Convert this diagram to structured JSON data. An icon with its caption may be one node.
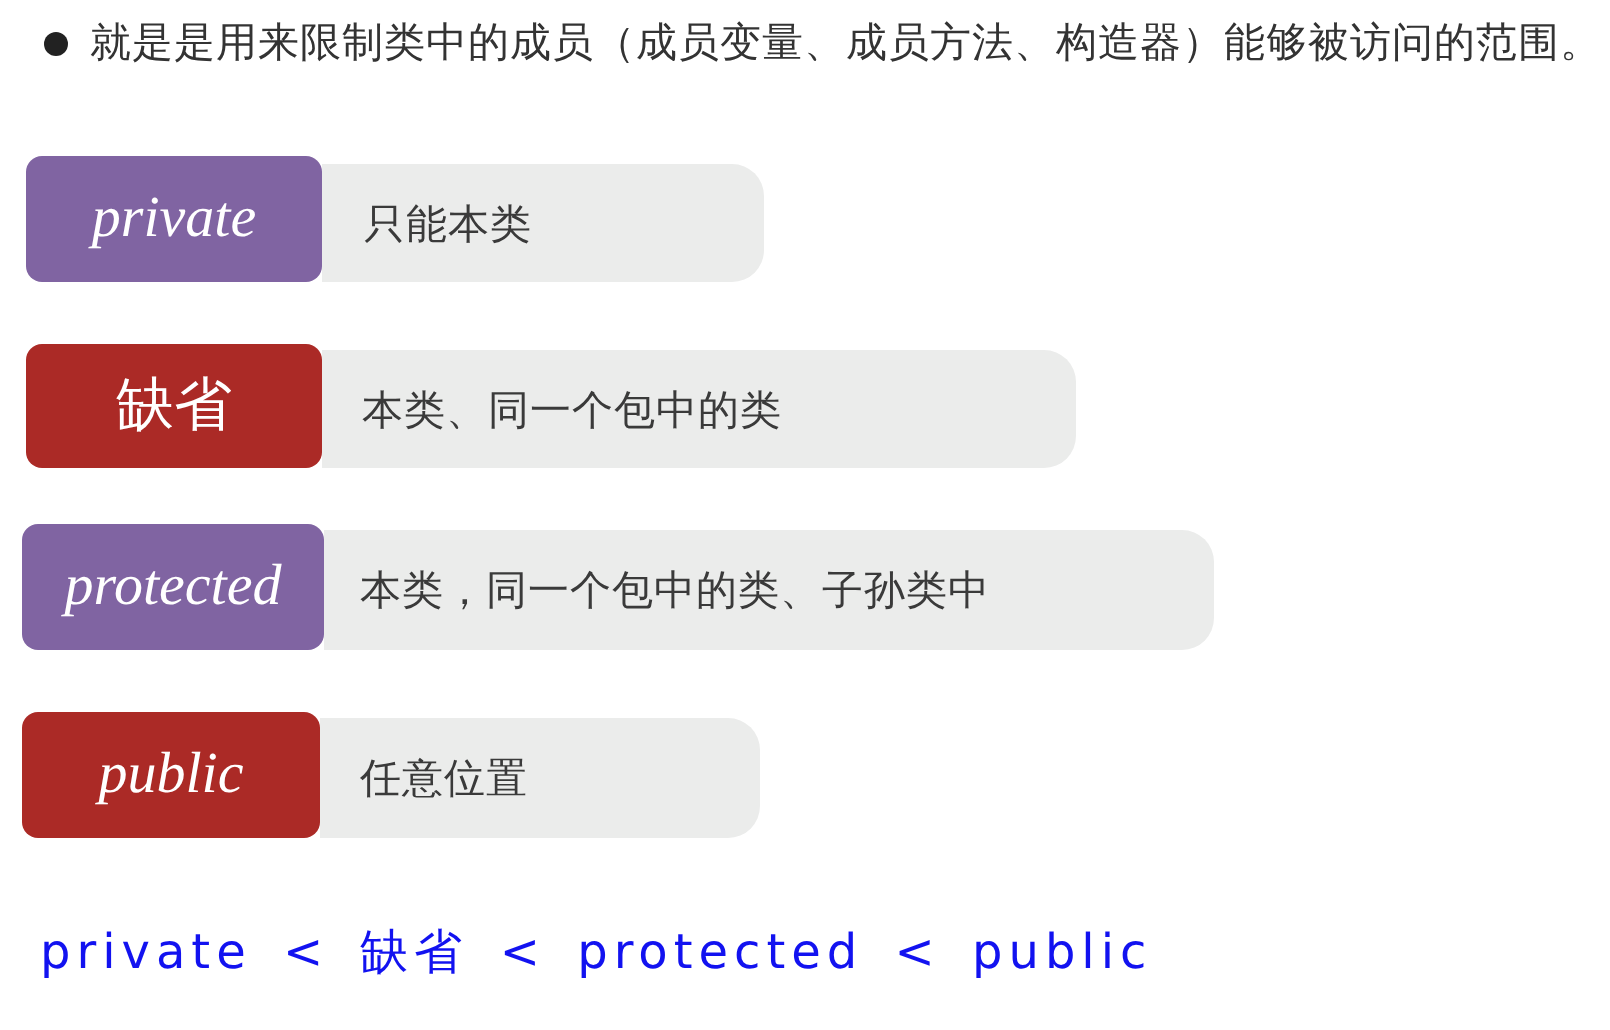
{
  "diagram": {
    "nodes": [
      {
        "text": [
          "private"
        ]
      },
      {
        "text": [
          "只能本类"
        ]
      },
      {
        "text": [
          "缺省"
        ]
      },
      {
        "text": [
          "本类、同一个包中的类"
        ]
      },
      {
        "text": [
          "protected"
        ]
      },
      {
        "text": [
          "本类，同一个包中的类、子孙类中"
        ]
      },
      {
        "text": [
          "public"
        ]
      },
      {
        "text": [
          "任意位置"
        ]
      }
    ],
    "labels": [
      "就是是用来限制类中的成员（成员变量、成员方法、构造器）能够被访问的范围。",
      "private < 缺省 < protected < public"
    ]
  }
}
